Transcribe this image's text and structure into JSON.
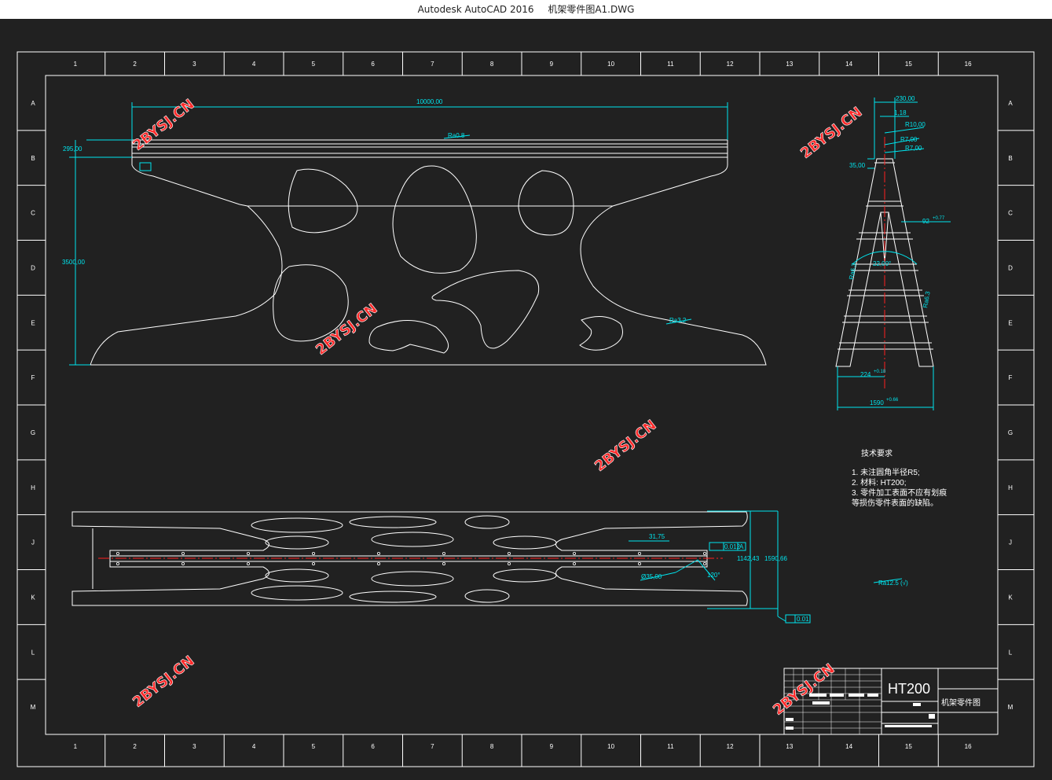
{
  "window": {
    "app_name": "Autodesk AutoCAD 2016",
    "file_name": "机架零件图A1.DWG"
  },
  "drawing": {
    "zone_columns": [
      "1",
      "2",
      "3",
      "4",
      "5",
      "6",
      "7",
      "8",
      "9",
      "10",
      "11",
      "12",
      "13",
      "14",
      "15",
      "16"
    ],
    "zone_rows": [
      "A",
      "B",
      "C",
      "D",
      "E",
      "F",
      "G",
      "H",
      "J",
      "K",
      "L",
      "M"
    ],
    "watermark": "2BYSJ.CN",
    "front_view": {
      "length_dim": "10000,00",
      "height_dim": "3500,00",
      "rail_height_dim": "295,00",
      "roughness_top": "Ra0.8",
      "roughness_side": "Ra3.2"
    },
    "side_view": {
      "top_width_dim": "230,00",
      "dim_1_18": "1,18",
      "radius_r10": "R10,00",
      "radius_r7a": "R7,00",
      "radius_r7b": "R7,00",
      "height_35": "35,00",
      "dim_92": "92",
      "dim_92_tol": "+0.77",
      "dim_22": "22,00°",
      "roughness_left": "Ra6.3",
      "roughness_right": "Ra6.3",
      "dim_224": "224",
      "dim_224_tol": "+0.18",
      "dim_1590": "1590",
      "dim_1590_tol": "+0.66"
    },
    "top_view": {
      "dim_31_75": "31,75",
      "flatness_value": "0.012",
      "datum_letter": "A",
      "hole_dim": "Ø35,00",
      "angle_120": "120°",
      "width_1142": "1142,43",
      "width_1590": "1590,66",
      "parallel_value": "0.01"
    },
    "tech_requirements": {
      "title": "技术要求",
      "items": [
        "1. 未注圆角半径R5;",
        "2. 材料: HT200;",
        "3. 零件加工表面不应有划痕",
        "    等损伤零件表面的缺陷。"
      ]
    },
    "general_roughness": "Ra12.5 (√)",
    "title_block": {
      "material": "HT200",
      "part_name": "机架零件图"
    }
  },
  "colors": {
    "background": "#212121",
    "line": "#ffffff",
    "dimension": "#00e5ee",
    "centerline": "#ff2020",
    "watermark_fill": "#ff2a2a",
    "watermark_stroke": "#ffffff"
  }
}
